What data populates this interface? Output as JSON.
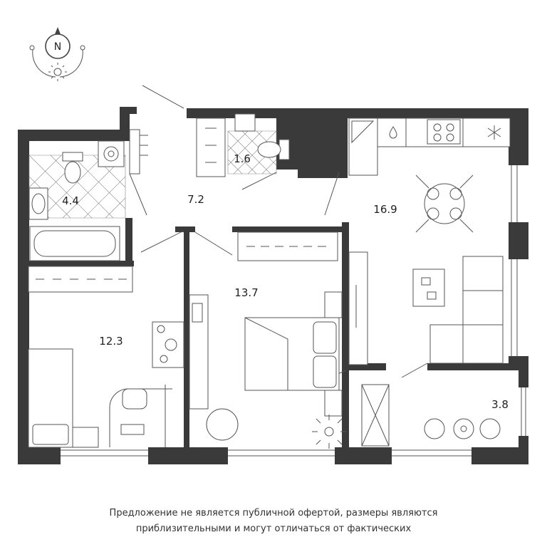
{
  "compass": {
    "letter": "N"
  },
  "rooms": [
    {
      "id": "bathroom",
      "area": "4.4"
    },
    {
      "id": "toilet",
      "area": "1.6"
    },
    {
      "id": "hallway",
      "area": "7.2"
    },
    {
      "id": "kitchen-living",
      "area": "16.9"
    },
    {
      "id": "bedroom",
      "area": "13.7"
    },
    {
      "id": "kids-room",
      "area": "12.3"
    },
    {
      "id": "balcony",
      "area": "3.8"
    }
  ],
  "disclaimer": {
    "line1": "Предложение не является публичной офертой, размеры являются",
    "line2": "приблизительными и могут отличаться от фактических"
  },
  "colors": {
    "wall": "#3a3a3a",
    "line": "#555555"
  }
}
